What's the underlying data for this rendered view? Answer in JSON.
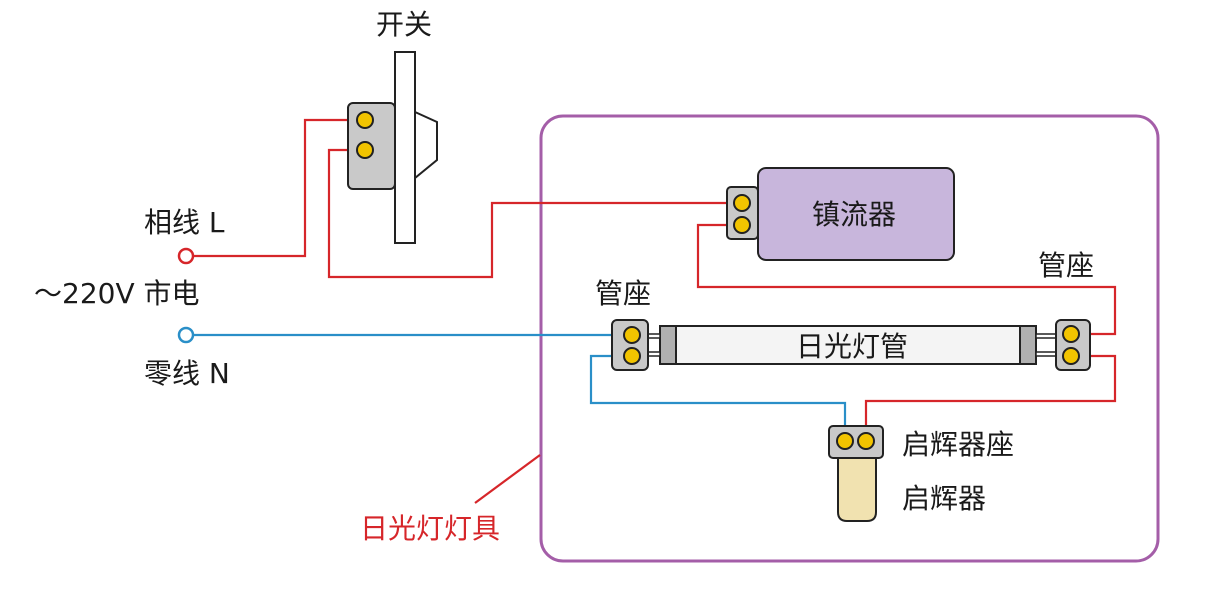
{
  "labels": {
    "switch": "开关",
    "phase_line": "相线 L",
    "mains": "～220V 市电",
    "neutral_line": "零线 N",
    "ballast": "镇流器",
    "tube_holder_left": "管座",
    "tube_holder_right": "管座",
    "tube": "日光灯管",
    "starter_socket": "启辉器座",
    "starter": "启辉器",
    "fixture": "日光灯灯具"
  },
  "colors": {
    "phase_wire": "#d6262a",
    "neutral_wire": "#2a8fc8",
    "fixture_border": "#a45ea8",
    "ballast_fill": "#c8b6dc",
    "terminal_fill": "#f2c400",
    "terminal_block": "#c9c9c9",
    "starter_fill": "#f1e2b0",
    "tube_fill": "#f4f4f4"
  }
}
